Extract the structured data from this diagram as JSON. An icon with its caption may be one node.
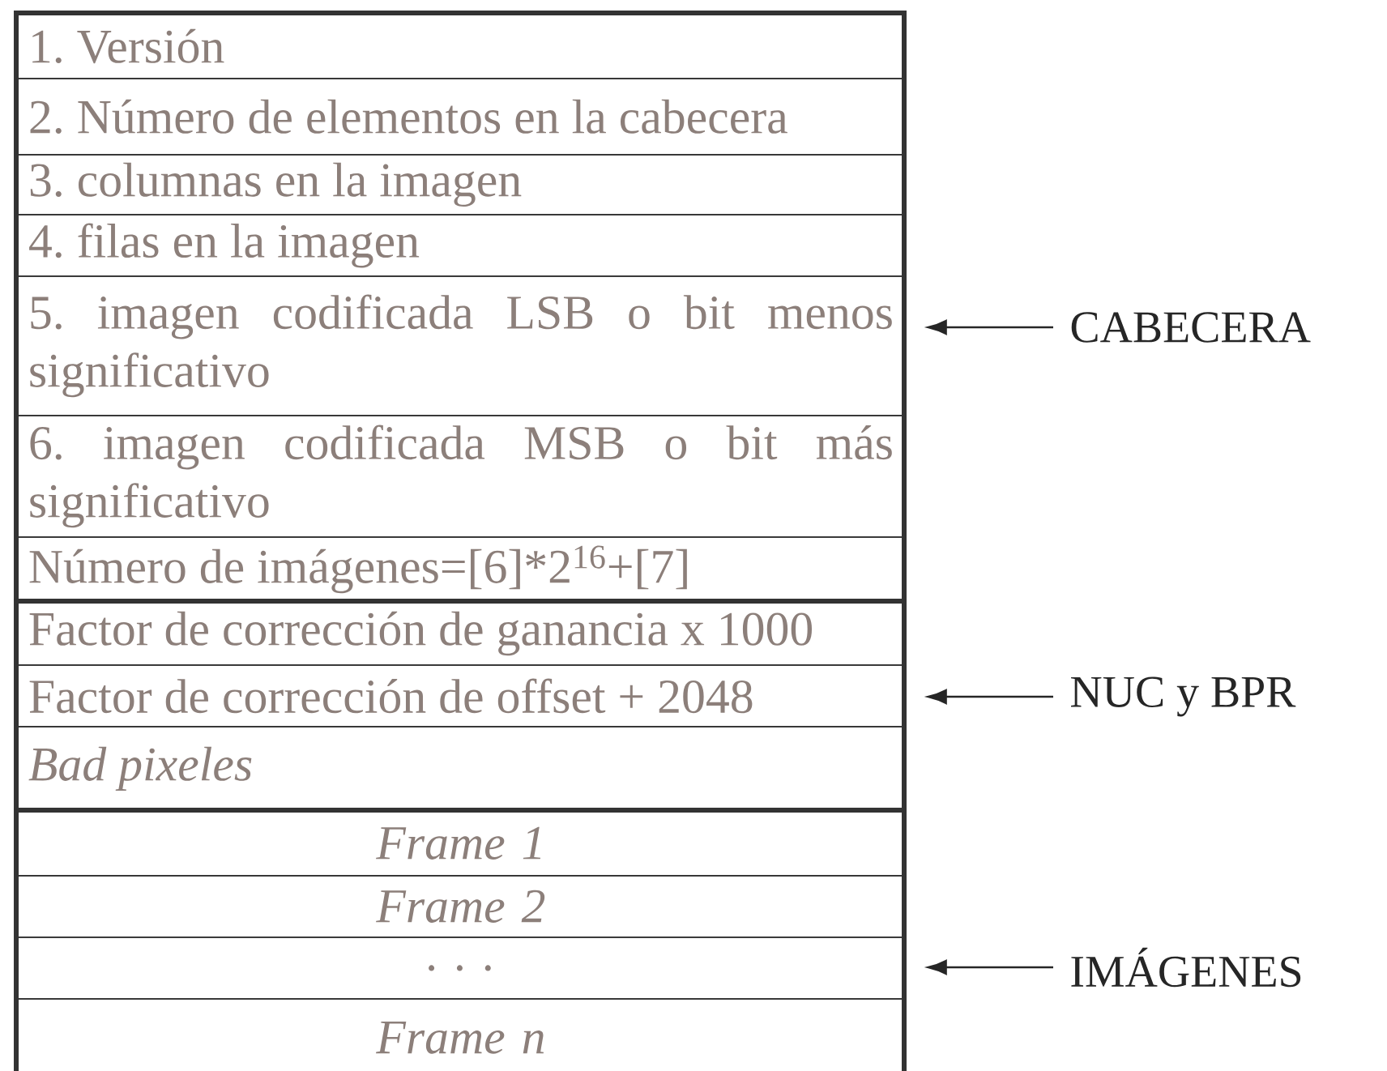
{
  "diagram": {
    "nodes": [
      {
        "text": [],
        "shape": "box"
      },
      {
        "text": [
          "1. Versión"
        ],
        "in": 0
      },
      {
        "text": [
          "2. Número de elementos en la cabecera"
        ],
        "in": 0
      },
      {
        "text": [
          "3. columnas en la imagen"
        ],
        "in": 0
      },
      {
        "text": [
          "4. filas en la imagen"
        ],
        "in": 0
      },
      {
        "text": [
          "5. imagen codificada LSB o bit menos significativo"
        ],
        "in": 0
      },
      {
        "text": [
          "6. imagen codificada MSB o bit más significativo"
        ],
        "in": 0
      },
      {
        "text": [
          "Número de imágenes=[6]*2$^{16}$+[7]"
        ],
        "in": 0
      },
      {
        "text": [],
        "shape": "box"
      },
      {
        "text": [
          "Factor de corrección de ganancia x 1000"
        ],
        "in": 8
      },
      {
        "text": [
          "Factor de corrección de offset + 2048"
        ],
        "in": 8
      },
      {
        "text": [
          "Bad pixeles"
        ],
        "in": 8
      },
      {
        "text": [],
        "shape": "box"
      },
      {
        "text": [
          "Frame 1"
        ],
        "in": 12
      },
      {
        "text": [
          "Frame 2"
        ],
        "in": 12
      },
      {
        "text": [
          ". . ."
        ],
        "in": 12
      },
      {
        "text": [
          "Frame n"
        ],
        "in": 12
      },
      {
        "text": [
          "CABECERA"
        ]
      },
      {
        "text": [
          "NUC y BPR"
        ]
      },
      {
        "text": [
          "IMÁGENES"
        ]
      }
    ],
    "edges": [
      {
        "from": 17,
        "to": 0,
        "arrow": "to"
      },
      {
        "from": 18,
        "to": 8,
        "arrow": "to"
      },
      {
        "from": 19,
        "to": 12,
        "arrow": "to"
      }
    ]
  }
}
